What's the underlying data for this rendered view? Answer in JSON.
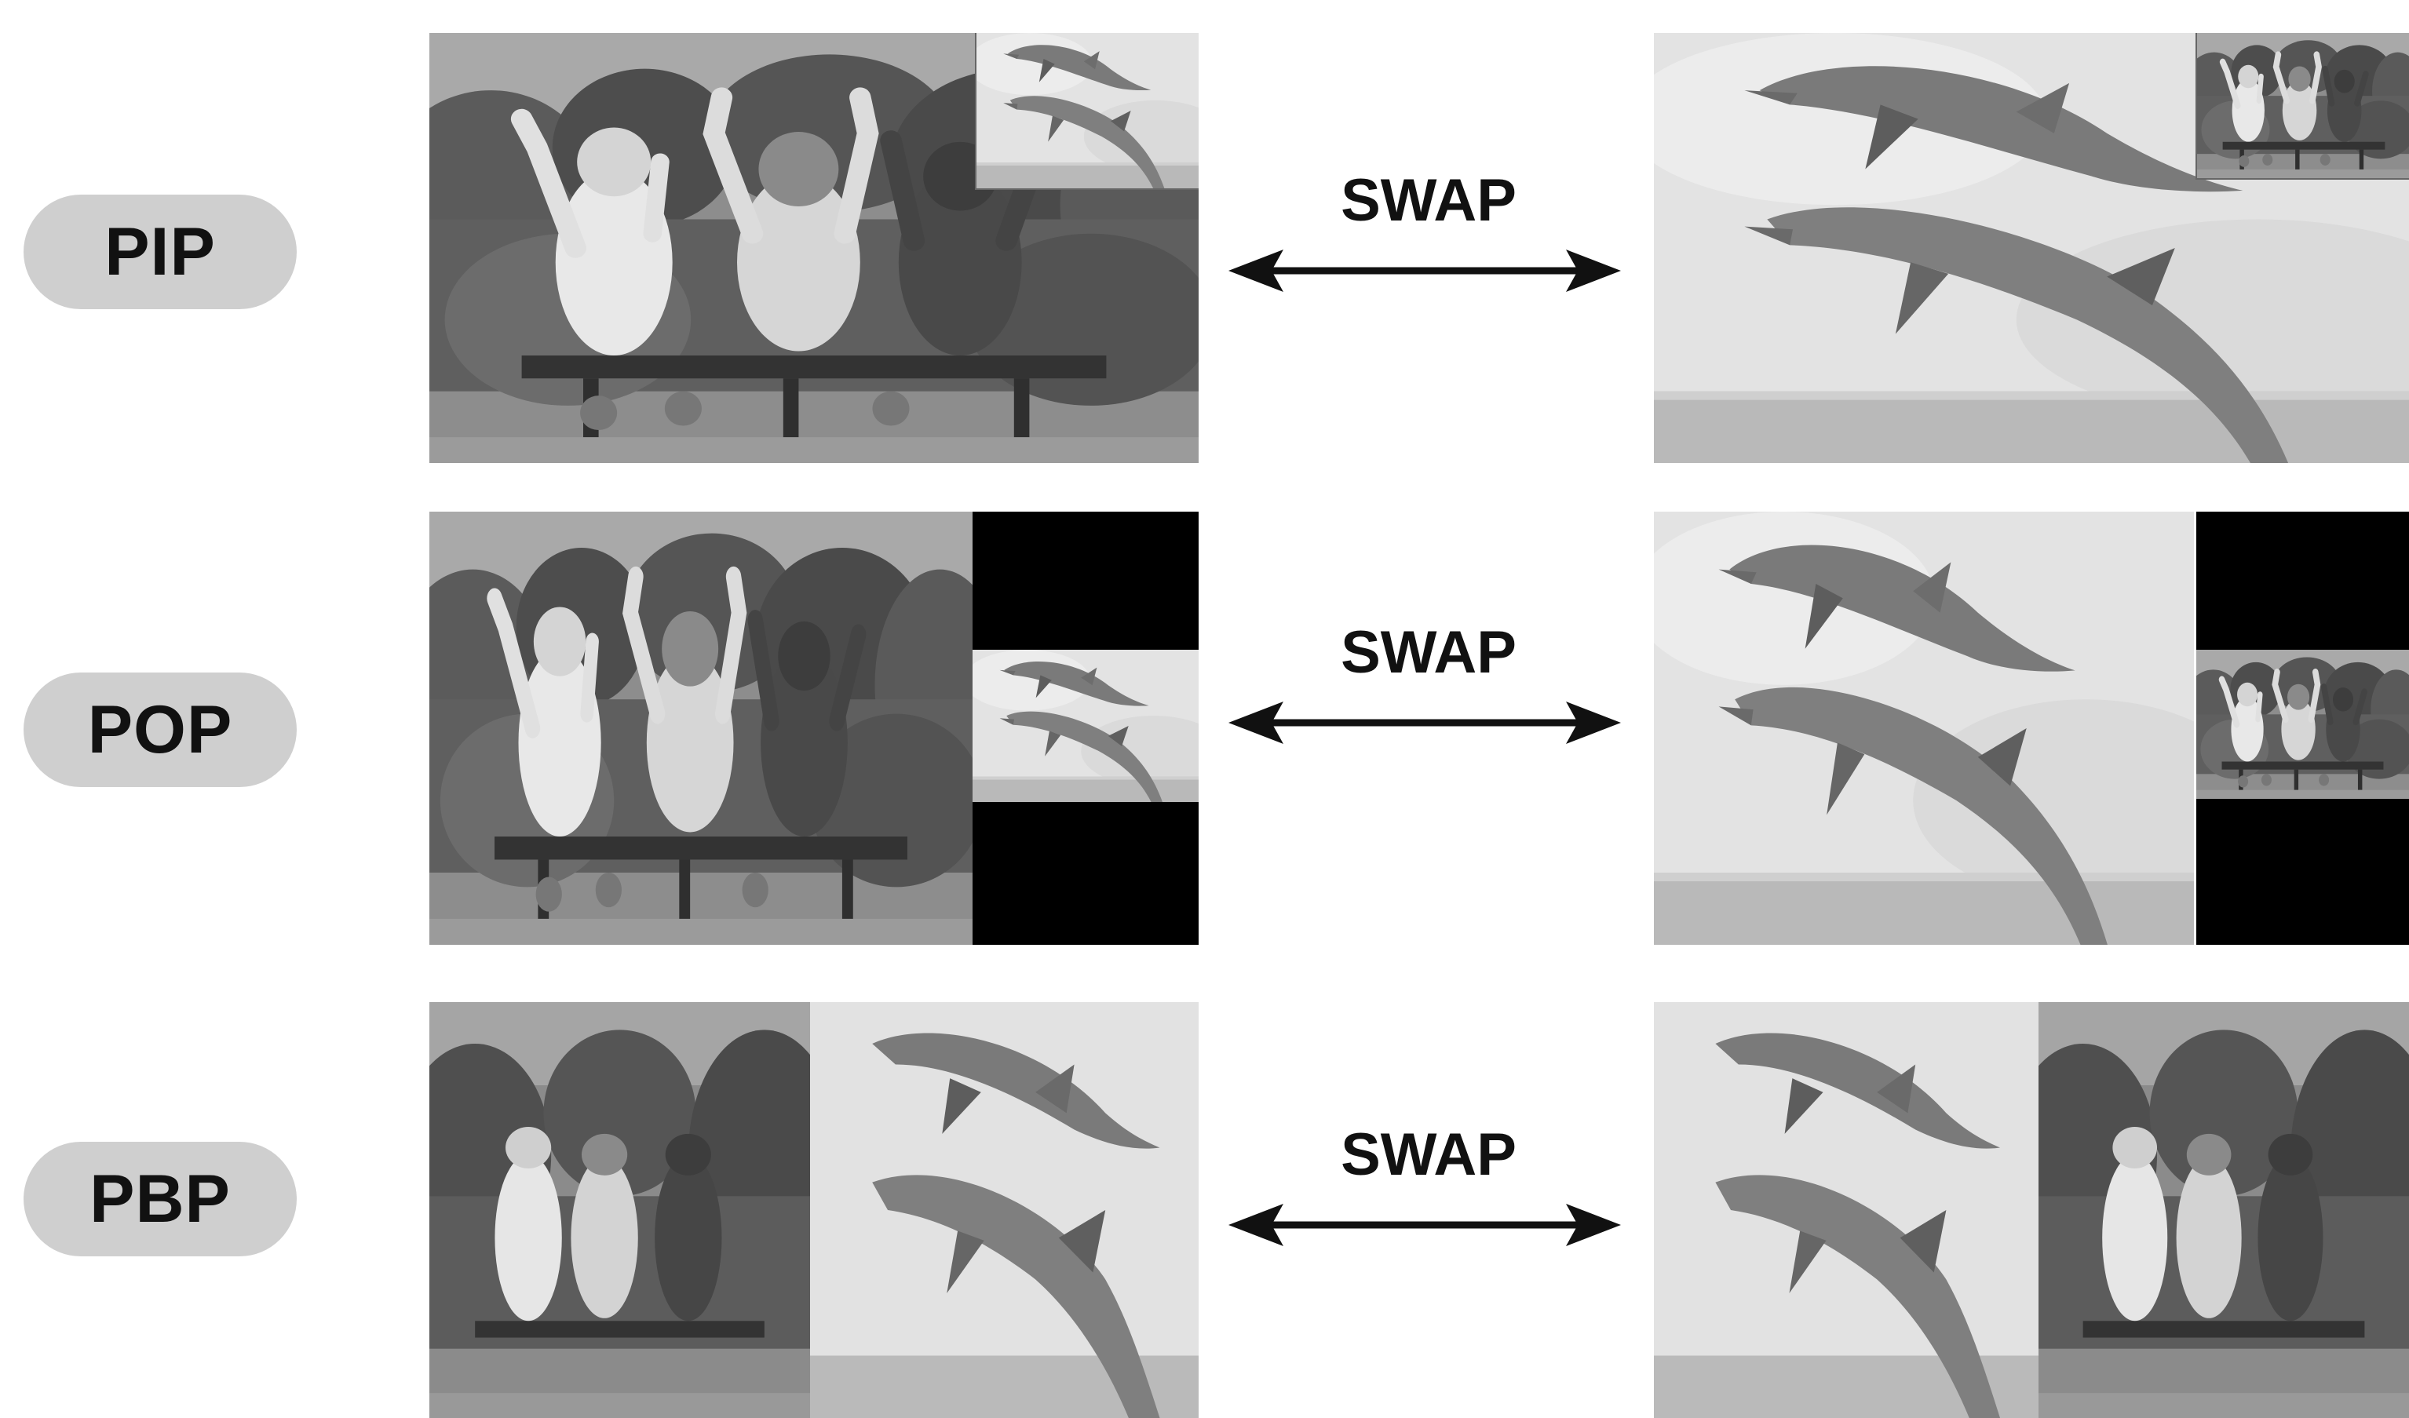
{
  "rows": [
    {
      "mode_label": "PIP",
      "swap_label": "SWAP"
    },
    {
      "mode_label": "POP",
      "swap_label": "SWAP"
    },
    {
      "mode_label": "PBP",
      "swap_label": "SWAP"
    }
  ],
  "colors": {
    "pill": "#cfcfcf",
    "arrow": "#111111",
    "black_bar": "#000000",
    "background": "#ffffff"
  }
}
